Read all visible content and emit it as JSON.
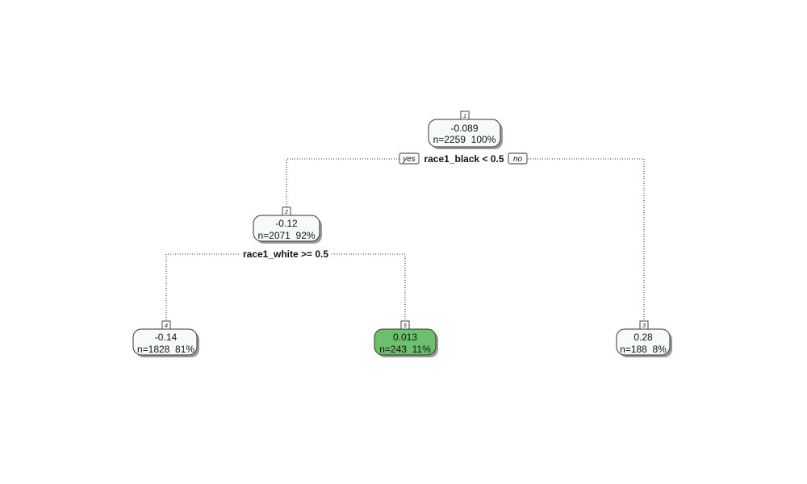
{
  "tree": {
    "nodes": [
      {
        "key": "n1",
        "id_label": "1",
        "value": "-0.089",
        "stats": "n=2259  100%",
        "fill": "#f7fbf7"
      },
      {
        "key": "n2",
        "id_label": "2",
        "value": "-0.12",
        "stats": "n=2071  92%",
        "fill": "#f7fbf7"
      },
      {
        "key": "n4",
        "id_label": "4",
        "value": "-0.14",
        "stats": "n=1828  81%",
        "fill": "#f7fbf7"
      },
      {
        "key": "n5",
        "id_label": "5",
        "value": "0.013",
        "stats": "n=243  11%",
        "fill": "#6cbf6c"
      },
      {
        "key": "n3",
        "id_label": "3",
        "value": "0.28",
        "stats": "n=188  8%",
        "fill": "#f7fbf7"
      }
    ],
    "splits": [
      {
        "key": "s1",
        "label": "race1_black < 0.5",
        "yes_label": "yes",
        "no_label": "no"
      },
      {
        "key": "s2",
        "label": "race1_white >= 0.5"
      }
    ]
  },
  "colors": {
    "light_node": "#f7fbf7",
    "highlight_node": "#6cbf6c",
    "edge": "#333333"
  }
}
